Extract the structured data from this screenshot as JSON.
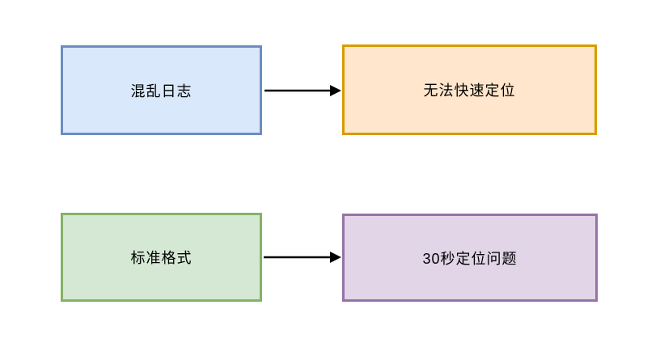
{
  "diagram": {
    "background_color": "#FFFFFF",
    "text_color": "#000000",
    "arrow_color": "#000000",
    "nodes": [
      {
        "id": "messy-logs",
        "label": "混乱日志",
        "fill": "#DAE8FC",
        "stroke": "#6C8EBF"
      },
      {
        "id": "cannot-locate",
        "label": "无法快速定位",
        "fill": "#FFE6CC",
        "stroke": "#D79B00"
      },
      {
        "id": "standard-format",
        "label": "标准格式",
        "fill": "#D5E8D4",
        "stroke": "#82B366"
      },
      {
        "id": "locate-30s",
        "label": "30秒定位问题",
        "fill": "#E1D5E7",
        "stroke": "#9673A6"
      }
    ],
    "edges": [
      {
        "from": "messy-logs",
        "to": "cannot-locate",
        "style": "solid-arrow"
      },
      {
        "from": "standard-format",
        "to": "locate-30s",
        "style": "solid-arrow"
      }
    ]
  }
}
